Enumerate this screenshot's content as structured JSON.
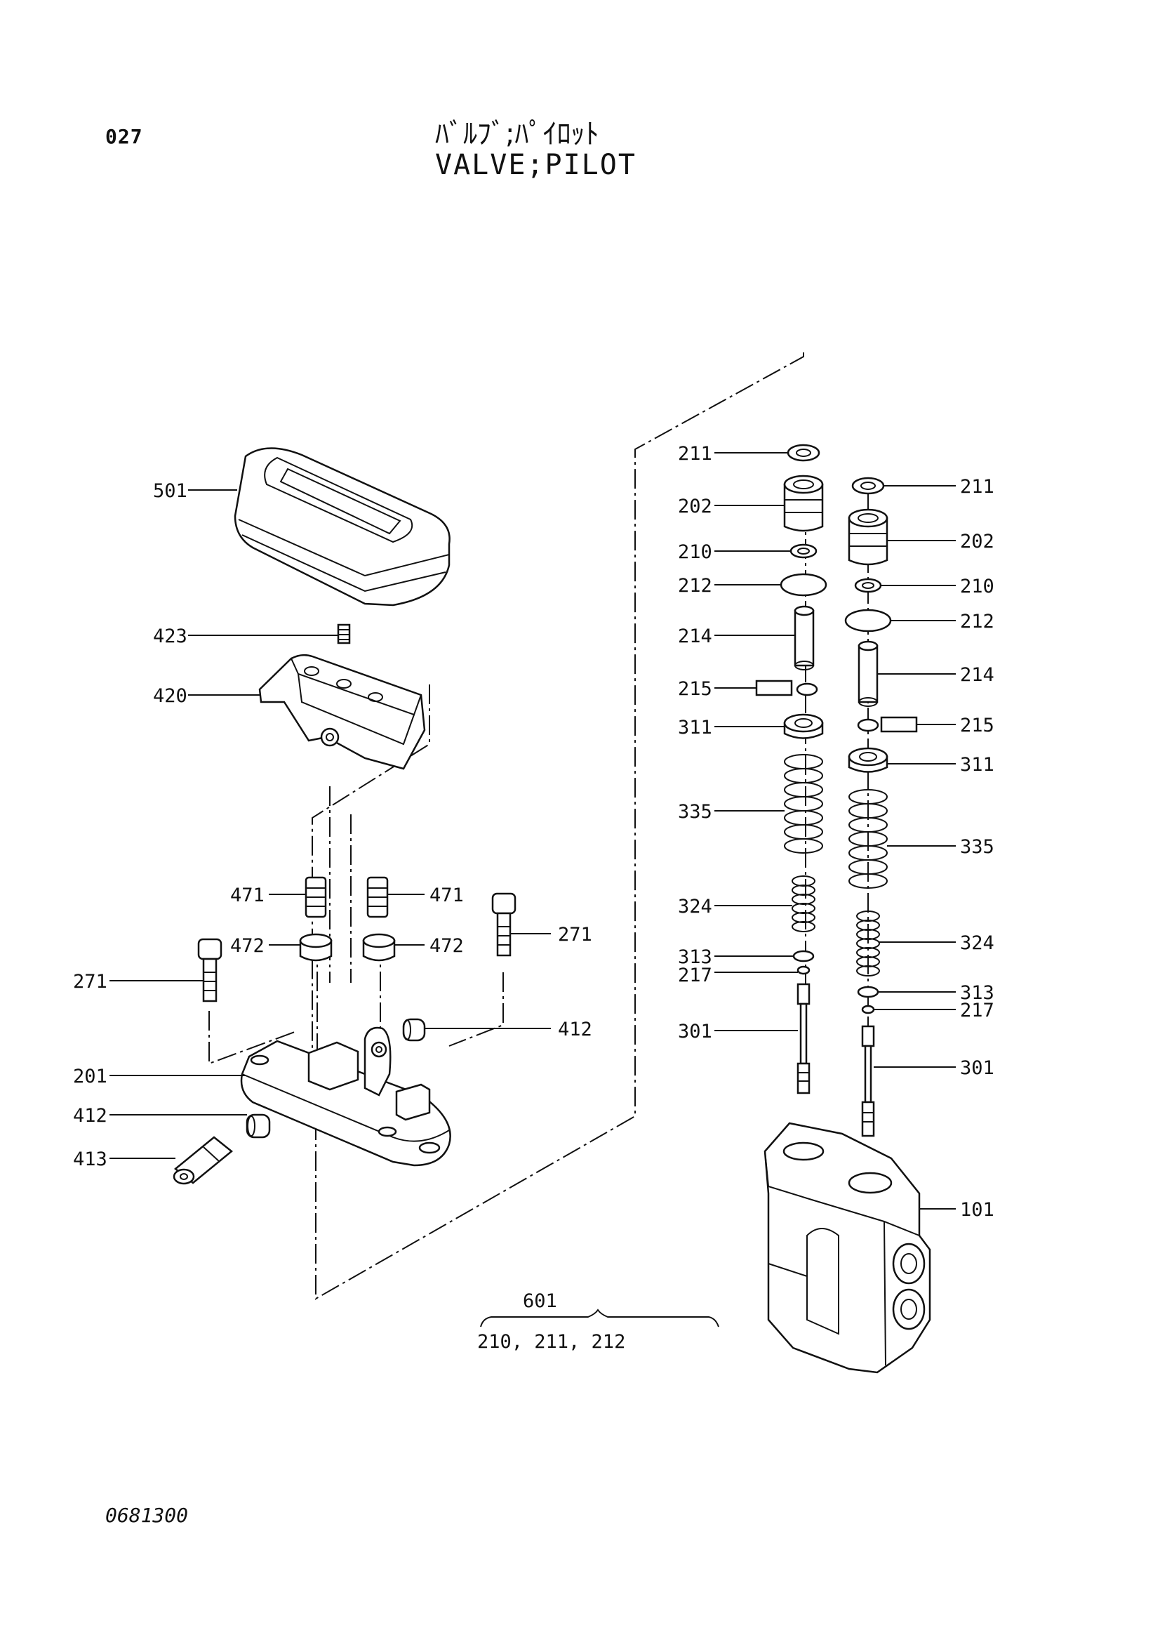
{
  "header": {
    "page_number": "027",
    "title_jp": "ﾊﾞﾙﾌﾞ;ﾊﾟｲﾛｯﾄ",
    "title_en": "VALVE;PILOT"
  },
  "footer": {
    "drawing_number": "0681300"
  },
  "callouts": {
    "p501": "501",
    "p423": "423",
    "p420": "420",
    "p471_left": "471",
    "p471_right": "471",
    "p472_left": "472",
    "p472_right": "472",
    "p271_left": "271",
    "p271_right": "271",
    "p412_upper": "412",
    "p412_lower": "412",
    "p201": "201",
    "p413": "413",
    "p211_left": "211",
    "p202_left": "202",
    "p210_left": "210",
    "p212_left": "212",
    "p214_left": "214",
    "p215_left": "215",
    "p311_left": "311",
    "p335_left": "335",
    "p324_left": "324",
    "p313_left": "313",
    "p217_left": "217",
    "p301_left": "301",
    "p211_right": "211",
    "p202_right": "202",
    "p210_right": "210",
    "p212_right": "212",
    "p214_right": "214",
    "p215_right": "215",
    "p311_right": "311",
    "p335_right": "335",
    "p324_right": "324",
    "p313_right": "313",
    "p217_right": "217",
    "p301_right": "301",
    "p101": "101"
  },
  "kit": {
    "number": "601",
    "contents": "210, 211, 212"
  },
  "colors": {
    "ink": "#111111",
    "paper": "#ffffff"
  }
}
